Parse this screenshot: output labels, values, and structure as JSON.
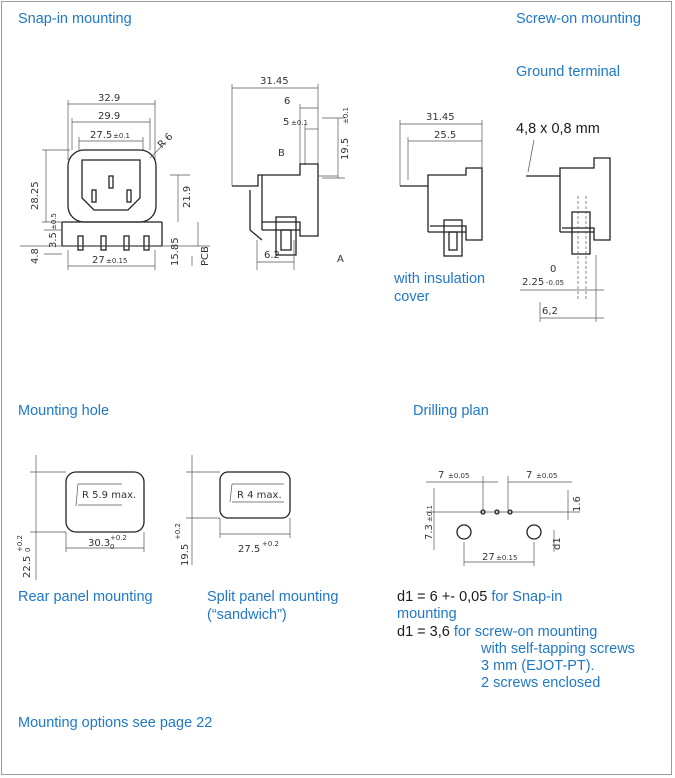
{
  "labels": {
    "snap_in": "Snap-in mounting",
    "screw_on": "Screw-on mounting",
    "ground_terminal": "Ground terminal",
    "terminal_size": "4,8 x 0,8 mm",
    "with_insulation_1": "with insulation",
    "with_insulation_2": "cover",
    "mounting_hole": "Mounting hole",
    "drilling_plan": "Drilling plan",
    "rear_panel": "Rear panel mounting",
    "split_panel_1": "Split panel mounting",
    "split_panel_2": "(“sandwich”)",
    "mounting_options": "Mounting options see page 22"
  },
  "notes": {
    "d1_snap_prefix": "d1 = 6 +- 0,05",
    "d1_snap_label_1": "for  Snap-in",
    "d1_snap_label_2": "mounting",
    "d1_screw_prefix": "d1 = 3,6",
    "d1_screw_1": "for screw-on mounting",
    "d1_screw_2": "with self-tapping screws",
    "d1_screw_3": "3 mm (EJOT-PT).",
    "d1_screw_4": "2 screws enclosed"
  },
  "dims": {
    "d_32_9": "32.9",
    "d_29_9": "29.9",
    "d_27_5": "27.5",
    "tol_01": "±0.1",
    "d_r6": "R 6",
    "d_28_25": "28.25",
    "d_3_5": "3.5",
    "tol_05": "±0.5",
    "d_4_8": "4.8",
    "d_21_9": "21.9",
    "d_15_85": "15.85",
    "pcb": "PCB",
    "d_27": "27",
    "tol_015": "±0.15",
    "d_31_45": "31.45",
    "d_6": "6",
    "d_5": "5",
    "d_19_5": "19.5",
    "b": "B",
    "a": "A",
    "d_6_2": "6.2",
    "d_31_45b": "31.45",
    "d_25_5": "25.5",
    "zero": "0",
    "d_2_25": "2.25",
    "tol_005": "-0.05",
    "d_6_2b": "6,2",
    "r_5_9": "R 5.9 max.",
    "d_30_3": "30.3",
    "tol_02": "+0.2",
    "tol_0": "0",
    "d_22_5": "22.5",
    "r_4": "R 4 max.",
    "d_19_5b": "19.5",
    "d_27_5b": "27.5",
    "d_7": "7",
    "tol_005b": "±0.05",
    "d_7_3": "7.3",
    "d_1_6": "1.6",
    "d1": "d1",
    "d_27b": "27"
  },
  "colors": {
    "accent": "#1f78c8",
    "text": "#1a1a1a",
    "line": "#555555",
    "border": "#9a9a9a"
  }
}
